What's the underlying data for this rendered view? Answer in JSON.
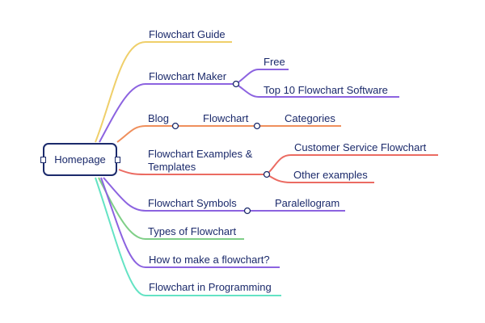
{
  "root": {
    "label": "Homepage"
  },
  "colors": {
    "text": "#1b2a6b",
    "yellow": "#efcf6a",
    "purple": "#8c63e0",
    "orange": "#ef8f5c",
    "red": "#eb6b62",
    "green": "#7fcf87",
    "teal": "#64e3c4"
  },
  "branches": [
    {
      "label": "Flowchart Guide",
      "color": "yellow"
    },
    {
      "label": "Flowchart Maker",
      "color": "purple",
      "children": [
        {
          "label": "Free"
        },
        {
          "label": "Top 10 Flowchart Software"
        }
      ]
    },
    {
      "label": "Blog",
      "color": "orange",
      "chain": [
        {
          "label": "Flowchart"
        },
        {
          "label": "Categories"
        }
      ]
    },
    {
      "label_lines": [
        "Flowchart Examples &",
        "Templates"
      ],
      "color": "red",
      "children": [
        {
          "label": "Customer Service Flowchart"
        },
        {
          "label": "Other examples"
        }
      ]
    },
    {
      "label": "Flowchart Symbols",
      "color": "purple",
      "chain": [
        {
          "label": "Paralellogram"
        }
      ]
    },
    {
      "label": "Types of Flowchart",
      "color": "green"
    },
    {
      "label": "How to make a flowchart?",
      "color": "purple"
    },
    {
      "label": "Flowchart in Programming",
      "color": "teal"
    }
  ]
}
